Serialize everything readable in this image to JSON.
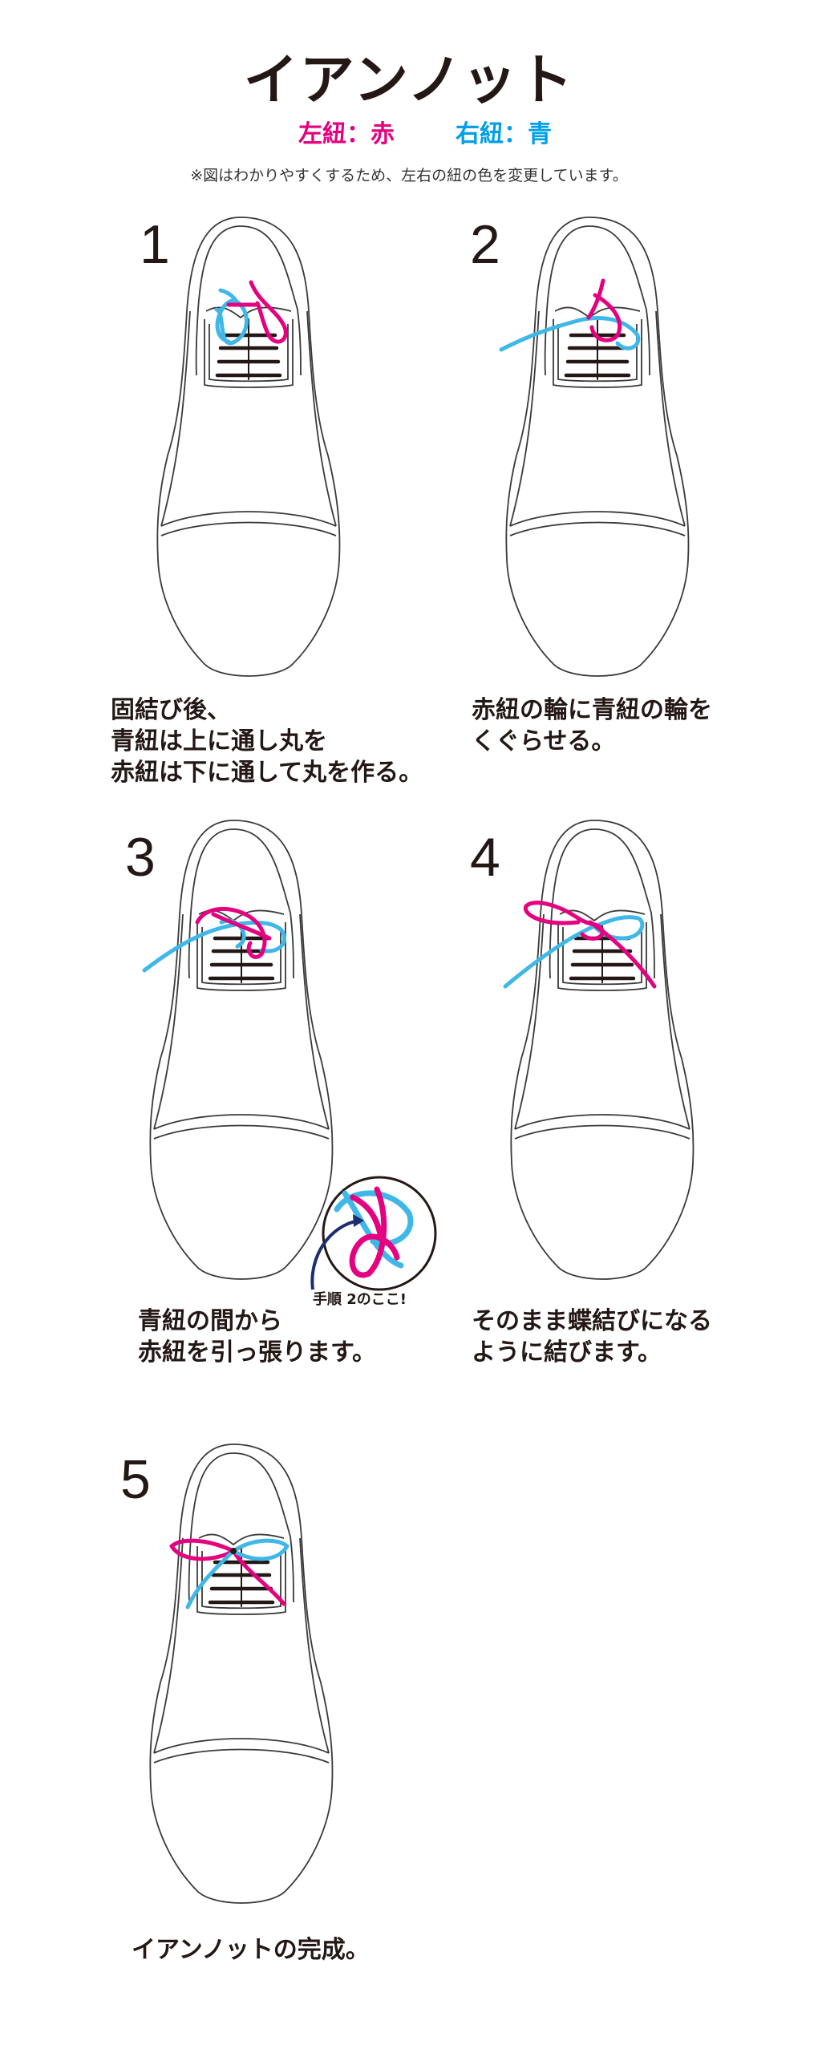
{
  "title": "イアンノット",
  "legend": {
    "left_lace": "左紐：赤",
    "right_lace": "右紐：青"
  },
  "note": "※図はわかりやすくするため、左右の紐の色を変更しています。",
  "colors": {
    "red_lace": "#e4007f",
    "blue_lace": "#3fb8e8",
    "outline": "#3a3a3a",
    "text": "#231815"
  },
  "steps": [
    {
      "number": "1",
      "caption": "固結び後、\n青紐は上に通し丸を\n赤紐は下に通して丸を作る。"
    },
    {
      "number": "2",
      "caption": "赤紐の輪に青紐の輪を\nくぐらせる。"
    },
    {
      "number": "3",
      "caption": "青紐の間から\n赤紐を引っ張ります。"
    },
    {
      "number": "4",
      "caption": "そのまま蝶結びになる\nように結びます。"
    },
    {
      "number": "5",
      "caption": "イアンノットの完成。"
    }
  ],
  "callout": {
    "label": "手順 2のここ!"
  }
}
